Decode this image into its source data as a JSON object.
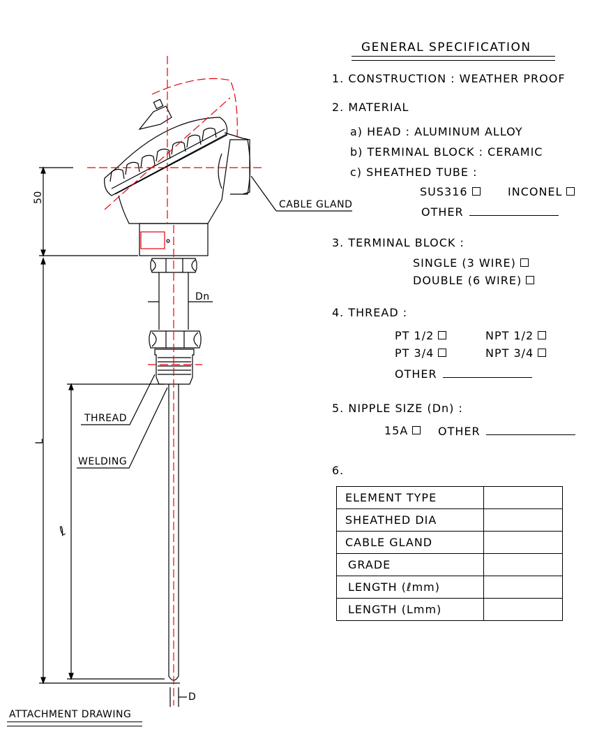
{
  "title": "GENERAL SPECIFICATION",
  "spec": {
    "construction": "1. CONSTRUCTION : WEATHER PROOF",
    "material": "2. MATERIAL",
    "head": "a) HEAD : ALUMINUM ALLOY",
    "terminal_block_mat": "b) TERMINAL BLOCK : CERAMIC",
    "sheathed_tube": "c) SHEATHED TUBE :",
    "sus316": "SUS316",
    "inconel": "INCONEL",
    "other": "OTHER",
    "terminal_block": "3. TERMINAL BLOCK :",
    "single": "SINGLE (3 WIRE)",
    "double": "DOUBLE (6 WIRE)",
    "thread": "4. THREAD :",
    "pt12": "PT 1/2",
    "npt12": "NPT 1/2",
    "pt34": "PT 3/4",
    "npt34": "NPT 3/4",
    "nipple": "5. NIPPLE SIZE (Dn) :",
    "a15": "15A",
    "item6": "6."
  },
  "table": {
    "rows": [
      "ELEMENT TYPE",
      "SHEATHED DIA",
      "CABLE GLAND",
      "GRADE",
      "LENGTH (ℓmm)",
      "LENGTH (Lmm)"
    ]
  },
  "drawing": {
    "cable_gland": "CABLE GLAND",
    "dim_50": "50",
    "dn": "Dn",
    "thread": "THREAD",
    "welding": "WELDING",
    "L": "L",
    "l": "ℓ",
    "D": "D",
    "attachment": "ATTACHMENT DRAWING"
  },
  "colors": {
    "line": "#000000",
    "centerline": "#e8000a"
  }
}
